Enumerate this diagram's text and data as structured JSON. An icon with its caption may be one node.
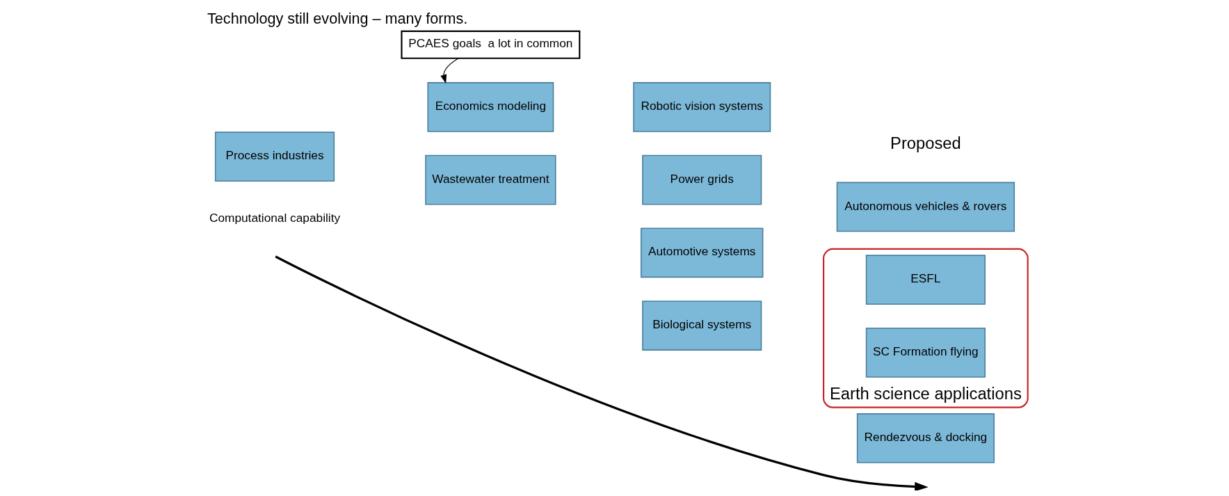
{
  "diagram": {
    "title": "Technology still evolving – many forms.",
    "nodes": [
      {
        "text": [
          "PCAES goals  a lot in common"
        ]
      },
      {
        "text": [
          "Process industries"
        ]
      },
      {
        "text": [
          "Economics modeling"
        ]
      },
      {
        "text": [
          "Wastewater treatment"
        ]
      },
      {
        "text": [
          "Robotic vision systems"
        ]
      },
      {
        "text": [
          "Power grids"
        ]
      },
      {
        "text": [
          "Automotive systems"
        ]
      },
      {
        "text": [
          "Biological systems"
        ]
      },
      {
        "text": [
          "Autonomous vehicles & rovers"
        ]
      },
      {
        "text": [
          "Earth science applications"
        ]
      },
      {
        "text": [
          "SC Formation flying"
        ],
        "in": 9
      },
      {
        "text": [
          "ESFL"
        ],
        "in": 9
      },
      {
        "text": [
          "Rendezvous & docking"
        ]
      }
    ],
    "edges": [
      {
        "from": 0,
        "to": 2,
        "arrow": "to"
      }
    ],
    "labels": [
      "Proposed",
      "Computational capability"
    ]
  }
}
